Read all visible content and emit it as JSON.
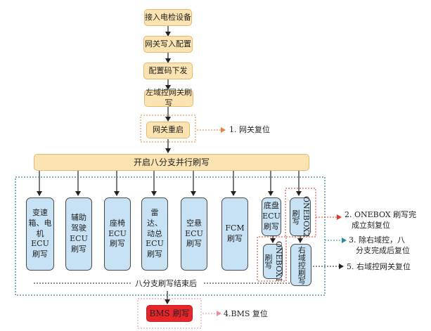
{
  "main_flow": [
    {
      "id": "connect",
      "label": "接入电检设备"
    },
    {
      "id": "gateway-config",
      "label": "网关写入配置"
    },
    {
      "id": "config-code",
      "label": "配置码下发"
    },
    {
      "id": "left-domain-flash",
      "label": "左域控网关刷写"
    },
    {
      "id": "gateway-restart",
      "label": "网关重启"
    }
  ],
  "branch_bar": {
    "label": "开启八分支并行刷写"
  },
  "branches": [
    {
      "id": "gearbox",
      "label": "变速箱、电机ECU刷写"
    },
    {
      "id": "adas",
      "label": "辅助驾驶ECU刷写"
    },
    {
      "id": "seat",
      "label": "座椅ECU刷写"
    },
    {
      "id": "radar",
      "label": "雷达、动总ECU刷写"
    },
    {
      "id": "suspension",
      "label": "空悬ECU刷写"
    },
    {
      "id": "fcm",
      "label": "FCM刷写"
    },
    {
      "id": "chassis",
      "label": "底盘ECU刷写"
    },
    {
      "id": "onebox2",
      "label": "ONEBOX2刷写"
    },
    {
      "id": "onebox1",
      "label": "ONEBOX1刷写"
    },
    {
      "id": "right-domain",
      "label": "右域控刷写"
    }
  ],
  "end_label": "八分支刷写结束后",
  "bms": {
    "label": "BMS 刷写"
  },
  "notes": [
    {
      "id": "note-1",
      "text": "1. 网关复位",
      "color": "#e8823a"
    },
    {
      "id": "note-2",
      "lines": [
        "2. ONEBOX 刷写完",
        "成立刻复位"
      ],
      "color": "#e0392b"
    },
    {
      "id": "note-3",
      "lines": [
        "3. 除右域控，八",
        "分支完成后复位"
      ],
      "color": "#2a8c99"
    },
    {
      "id": "note-4",
      "text": "4.BMS 复位",
      "color": "#f08b9a"
    },
    {
      "id": "note-5",
      "text": "5. 右域控网关复位",
      "color": "#222222"
    }
  ]
}
